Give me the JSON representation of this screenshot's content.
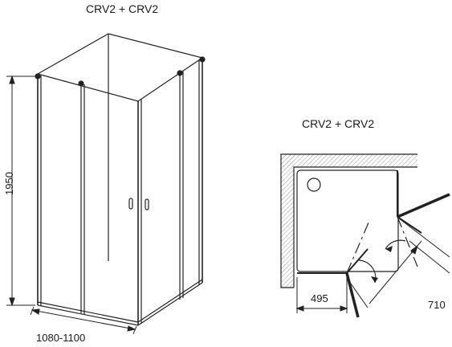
{
  "titles": {
    "perspective": "CRV2 + CRV2",
    "plan": "CRV2 + CRV2"
  },
  "dimensions": {
    "height": "1950",
    "width": "1080-1100",
    "door": "495",
    "diagonal": "710"
  }
}
